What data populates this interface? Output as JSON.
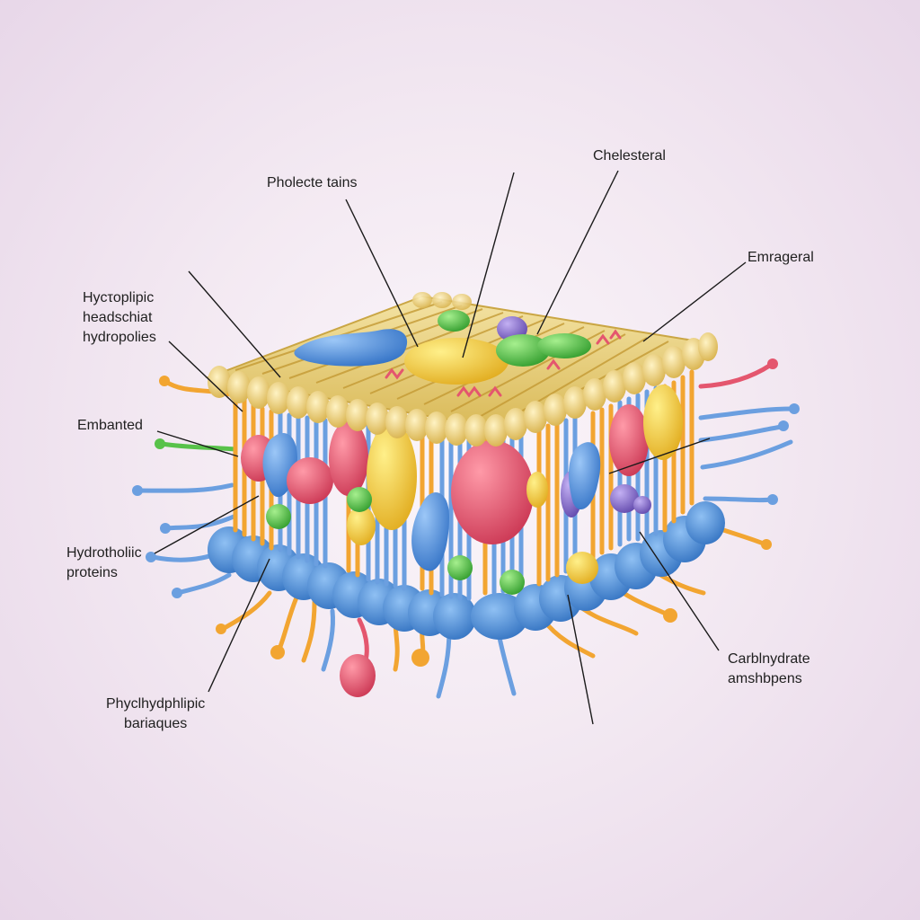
{
  "labels": {
    "phospholipids": "Pholecte tains",
    "cholesterol": "Chelesteral",
    "emrageral": "Emrageral",
    "hydrophilic_heads": [
      "Hycτoplipic",
      "headschiat",
      "hydropolies"
    ],
    "embedded": "Embanted",
    "hydrophobic_proteins": [
      "Hydrotholiic",
      "proteins"
    ],
    "phospholipid_bilayer": [
      "Phyclhydphlipic",
      "bariaques"
    ],
    "carbohydrate": [
      "Carblnydrate",
      "amshbpens"
    ]
  },
  "colors": {
    "head_top": "#e9cf7c",
    "head_bottom": "#4f8fd6",
    "tail_orange": "#f2a531",
    "tail_blue": "#6b9fe0",
    "protein_red": "#e4566e",
    "protein_yellow": "#f5cc3a",
    "protein_green": "#58c24a",
    "protein_purple": "#8c6fd0",
    "protein_blue": "#5a95dd",
    "leader_line": "#1a1a1a"
  }
}
